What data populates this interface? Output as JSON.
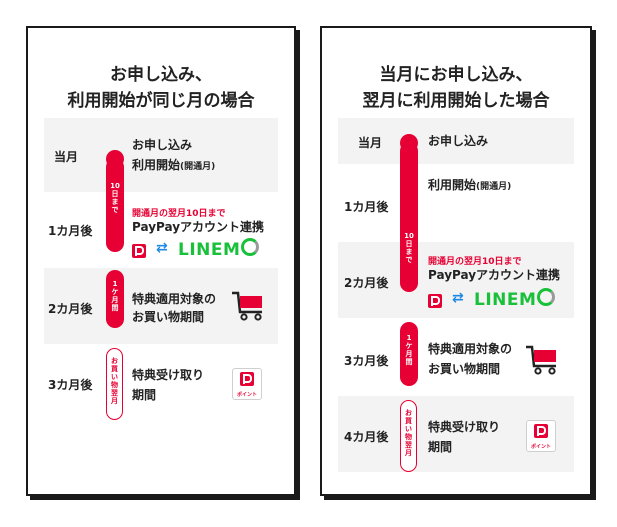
{
  "left": {
    "title_line1": "お申し込み、",
    "title_line2": "利用開始が同じ月の場合",
    "rows": [
      {
        "label": "当月",
        "text1": "お申し込み",
        "text2": "利用開始",
        "text2_small": "(開通月)"
      },
      {
        "label": "1カ月後",
        "note": "開通月の翌月10日まで",
        "text1": "PayPayアカウント連携"
      },
      {
        "label": "2カ月後",
        "text1": "特典適用対象の",
        "text2": "お買い物期間"
      },
      {
        "label": "3カ月後",
        "text1": "特典受け取り",
        "text2": "期間"
      }
    ],
    "bar1_text": "10日まで",
    "bar2_text": "1ケ月間",
    "outline_text": "お買い物翌月"
  },
  "right": {
    "title_line1": "当月にお申し込み、",
    "title_line2": "翌月に利用開始した場合",
    "rows": [
      {
        "label": "当月",
        "text1": "お申し込み"
      },
      {
        "label": "1カ月後",
        "text1": "利用開始",
        "text1_small": "(開通月)"
      },
      {
        "label": "2カ月後",
        "note": "開通月の翌月10日まで",
        "text1": "PayPayアカウント連携"
      },
      {
        "label": "3カ月後",
        "text1": "特典適用対象の",
        "text2": "お買い物期間"
      },
      {
        "label": "4カ月後",
        "text1": "特典受け取り",
        "text2": "期間"
      }
    ],
    "bar1_text": "10日まで",
    "bar2_text": "1ケ月間",
    "outline_text": "お買い物翌月"
  },
  "brand": {
    "linemo": "LINEM",
    "point_label": "ポイント"
  },
  "icons": {
    "paypay": "paypay-logo-icon",
    "sync": "sync-icon",
    "cart": "shopping-cart-icon",
    "point": "paypay-point-icon"
  },
  "colors": {
    "accent_red": "#e60033",
    "linemo_green": "#19c13a",
    "sync_blue": "#1e88e5",
    "row_gray": "#f3f3f3"
  }
}
